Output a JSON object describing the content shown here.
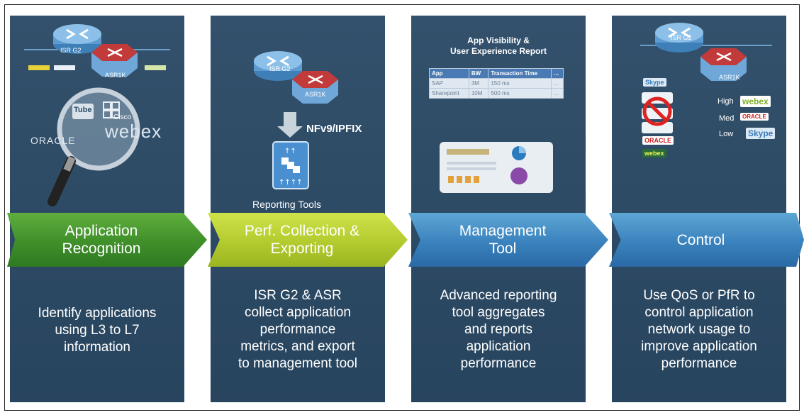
{
  "stages": [
    {
      "title_line1": "Application",
      "title_line2": "Recognition",
      "desc_lines": [
        "Identify applications",
        "using L3 to L7",
        "information"
      ]
    },
    {
      "title_line1": "Perf. Collection &",
      "title_line2": "Exporting",
      "desc_lines": [
        "ISR G2 & ASR",
        "collect application",
        "performance",
        "metrics, and export",
        "to management tool"
      ]
    },
    {
      "title_line1": "Management",
      "title_line2": "Tool",
      "desc_lines": [
        "Advanced reporting",
        "tool aggregates",
        "and reports",
        "application",
        "performance"
      ]
    },
    {
      "title_line1": "Control",
      "title_line2": "",
      "desc_lines": [
        "Use QoS or PfR to",
        "control application",
        "network usage to",
        "improve application",
        "performance"
      ]
    }
  ],
  "illustrations": {
    "isr": "ISR G2",
    "asr": "ASR1K",
    "oracle": "ORACLE",
    "webex": "webex",
    "cisco": "Cisco",
    "tube": "Tube",
    "nfv": "NFv9/IPFIX",
    "reporting_tools": "Reporting Tools",
    "report_title_1": "App Visibility &",
    "report_title_2": "User Experience Report",
    "table_header": [
      "App",
      "BW",
      "Transaction Time",
      "..."
    ],
    "table_rows": [
      [
        "SAP",
        "3M",
        "150 ms",
        "..."
      ],
      [
        "Sharepoint",
        "10M",
        "500 ms",
        "..."
      ]
    ],
    "priority": [
      "High",
      "Med",
      "Low"
    ],
    "skype": "Skype"
  },
  "colors": {
    "panel": "#2b4a66",
    "green": "#3f8f2a",
    "lime": "#b4cb2e",
    "blue": "#3a82bd"
  }
}
